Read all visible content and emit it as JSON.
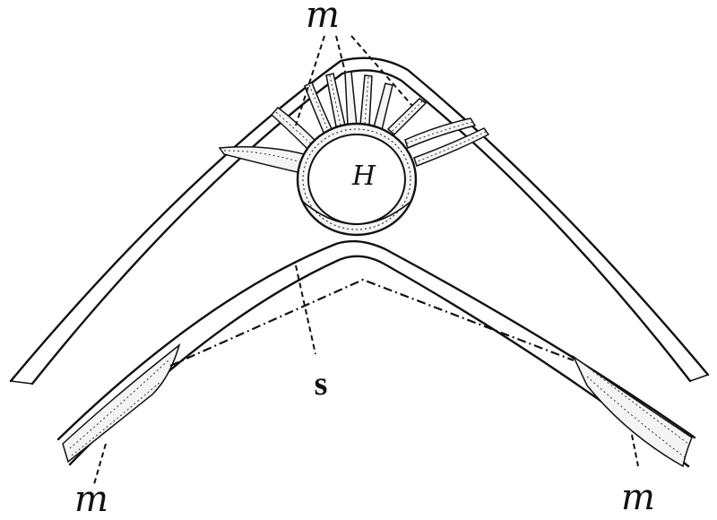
{
  "labels": {
    "m_top": "m",
    "heart": "H",
    "septum": "s",
    "m_left": "m",
    "m_right": "m"
  }
}
